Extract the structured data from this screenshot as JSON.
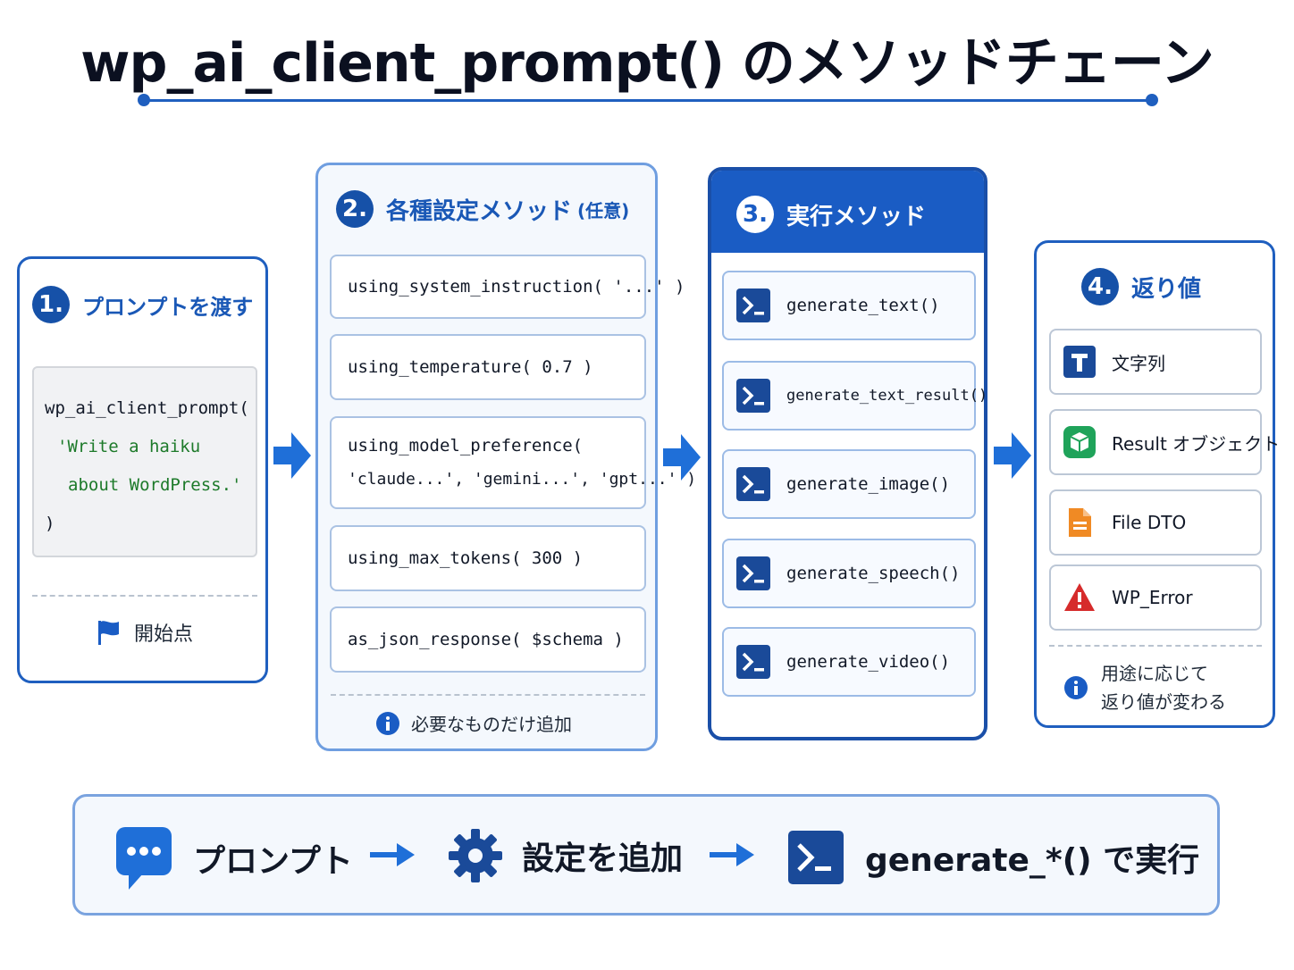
{
  "title": "wp_ai_client_prompt() のメソッドチェーン",
  "colors": {
    "primary": "#1f5fbf",
    "header": "#1a5cc4",
    "string": "#1d7a2a"
  },
  "step1": {
    "number": "1.",
    "label": "プロンプトを渡す",
    "code": [
      "wp_ai_client_prompt(",
      "'Write a haiku",
      "about WordPress.'",
      ")"
    ],
    "footer_icon": "flag-icon",
    "footer": "開始点"
  },
  "step2": {
    "number": "2.",
    "label": "各種設定メソッド",
    "note": "(任意)",
    "methods": [
      "using_system_instruction( '...' )",
      "using_temperature( 0.7 )",
      "using_model_preference(",
      "'claude...', 'gemini...', 'gpt...' )",
      "using_max_tokens( 300 )",
      "as_json_response( $schema )"
    ],
    "footer_icon": "info-icon",
    "footer": "必要なものだけ追加"
  },
  "step3": {
    "number": "3.",
    "label": "実行メソッド",
    "methods": [
      "generate_text()",
      "generate_text_result()",
      "generate_image()",
      "generate_speech()",
      "generate_video()"
    ]
  },
  "step4": {
    "number": "4.",
    "label": "返り値",
    "returns": [
      {
        "icon": "text-type-icon",
        "label": "文字列",
        "color": "#1a4a99"
      },
      {
        "icon": "cube-icon",
        "label": "Result オブジェクト",
        "color": "#1fa35a"
      },
      {
        "icon": "file-icon",
        "label": "File DTO",
        "color": "#f08a24"
      },
      {
        "icon": "warning-icon",
        "label": "WP_Error",
        "color": "#d62b2b"
      }
    ],
    "footer_icon": "info-icon",
    "footer_lines": [
      "用途に応じて",
      "返り値が変わる"
    ]
  },
  "summary": {
    "items": [
      {
        "icon": "chat-bubble-icon",
        "label": "プロンプト"
      },
      {
        "icon": "gear-icon",
        "label": "設定を追加"
      },
      {
        "icon": "terminal-icon",
        "label": "generate_*() で実行"
      }
    ]
  }
}
